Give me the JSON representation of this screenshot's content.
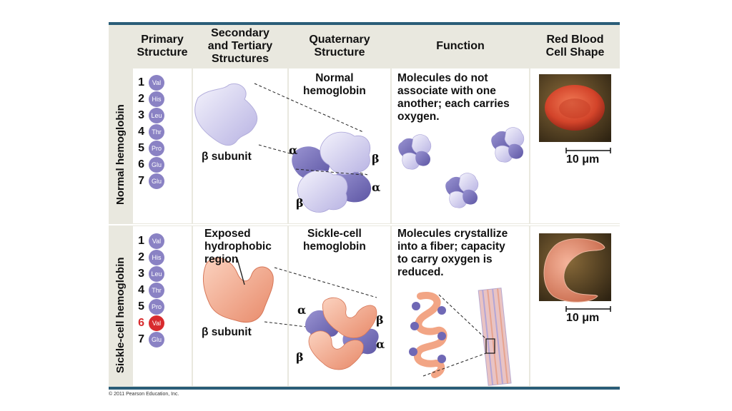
{
  "headers": [
    "Primary\nStructure",
    "Secondary\nand Tertiary\nStructures",
    "Quaternary\nStructure",
    "Function",
    "Red Blood\nCell Shape"
  ],
  "normal": {
    "row_label": "Normal hemoglobin",
    "primary": [
      {
        "n": "1",
        "aa": "Val"
      },
      {
        "n": "2",
        "aa": "His"
      },
      {
        "n": "3",
        "aa": "Leu"
      },
      {
        "n": "4",
        "aa": "Thr"
      },
      {
        "n": "5",
        "aa": "Pro"
      },
      {
        "n": "6",
        "aa": "Glu"
      },
      {
        "n": "7",
        "aa": "Glu"
      }
    ],
    "subunit_label": "β subunit",
    "quaternary_title": "Normal\nhemoglobin",
    "alpha": "α",
    "beta": "β",
    "function_text": "Molecules do not\nassociate with one\nanother; each carries\noxygen.",
    "scale_label": "10 μm"
  },
  "sickle": {
    "row_label": "Sickle-cell hemoglobin",
    "primary": [
      {
        "n": "1",
        "aa": "Val"
      },
      {
        "n": "2",
        "aa": "His"
      },
      {
        "n": "3",
        "aa": "Leu"
      },
      {
        "n": "4",
        "aa": "Thr"
      },
      {
        "n": "5",
        "aa": "Pro"
      },
      {
        "n": "6",
        "aa": "Val"
      },
      {
        "n": "7",
        "aa": "Glu"
      }
    ],
    "mutation_index": 5,
    "exposed_label": "Exposed\nhydrophobic\nregion",
    "subunit_label": "β subunit",
    "quaternary_title": "Sickle-cell\nhemoglobin",
    "alpha": "α",
    "beta": "β",
    "function_text": "Molecules crystallize\ninto a fiber; capacity\nto carry oxygen is\nreduced.",
    "scale_label": "10 μm"
  },
  "copyright": "© 2011 Pearson Education, Inc.",
  "colors": {
    "frame": "#2a5d78",
    "header_bg": "#e9e8df",
    "normal_protein": "#c9c6ec",
    "normal_protein_dark": "#6f68b5",
    "sickle_protein": "#f0a282",
    "amino_ball": "#8a82c4",
    "mutant_ball": "#d82b2e"
  }
}
